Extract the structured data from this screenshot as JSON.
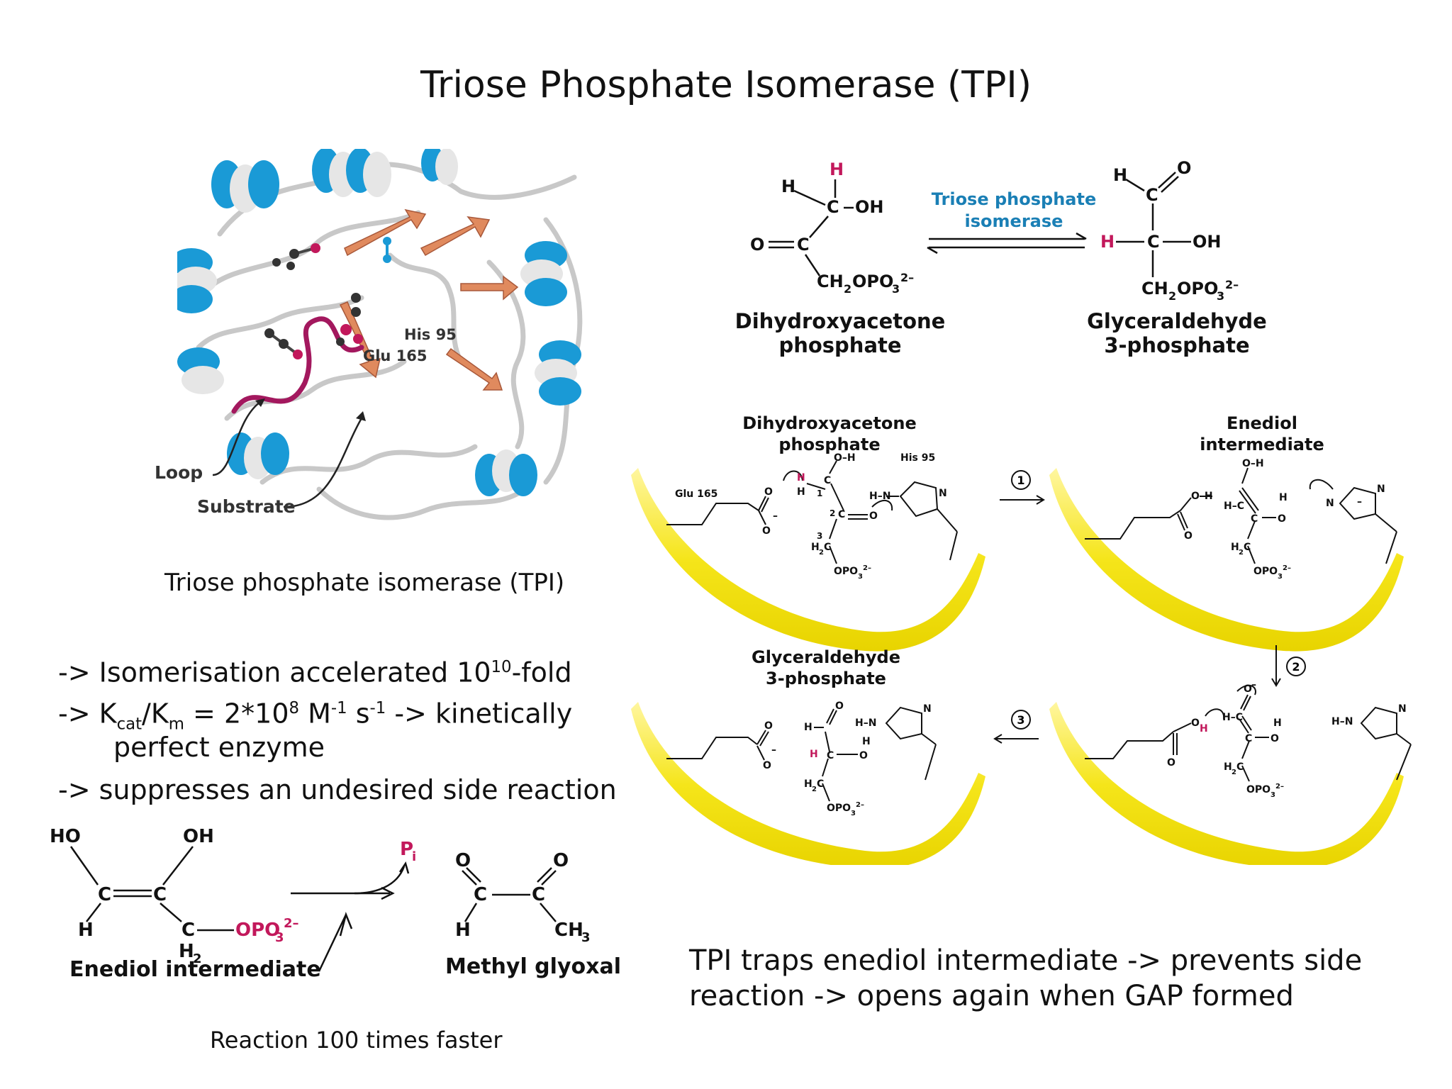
{
  "title": "Triose Phosphate Isomerase (TPI)",
  "structure": {
    "caption": "Triose phosphate isomerase (TPI)",
    "labels": {
      "his95": "His 95",
      "glu165": "Glu 165",
      "loop": "Loop",
      "substrate": "Substrate"
    },
    "colors": {
      "helix": "#1a9ad6",
      "sheet": "#e08a5e",
      "loop": "#a3185e",
      "coil": "#c8c8c8"
    }
  },
  "reaction": {
    "enzyme_label_line1": "Triose phosphate",
    "enzyme_label_line2": "isomerase",
    "reactant_line1": "Dihydroxyacetone",
    "reactant_line2": "phosphate",
    "product_line1": "Glyceraldehyde",
    "product_line2": "3-phosphate",
    "accent_color": "#1a7fb5",
    "highlight_color": "#c2185b"
  },
  "bullets": {
    "b1_prefix": "-> Isomerisation accelerated 10",
    "b1_sup": "10",
    "b1_suffix": "-fold",
    "b2_prefix": "-> K",
    "b2_sub1": "cat",
    "b2_mid": "/K",
    "b2_sub2": "m",
    "b2_val": " = 2*10",
    "b2_sup1": "8",
    "b2_unit1": " M",
    "b2_sup2": "-1",
    "b2_unit2": " s",
    "b2_sup3": "-1",
    "b2_suffix": " -> kinetically",
    "b2_cont": "perfect enzyme",
    "b3": "-> suppresses an undesired side reaction"
  },
  "side_reaction": {
    "enediol_label": "Enediol intermediate",
    "methylglyoxal_label": "Methyl glyoxal",
    "pi_label": "P",
    "pi_sub": "i",
    "note": "Reaction 100 times faster"
  },
  "mechanism": {
    "dhap_line1": "Dihydroxyacetone",
    "dhap_line2": "phosphate",
    "enediol_line1": "Enediol",
    "enediol_line2": "intermediate",
    "gap_line1": "Glyceraldehyde",
    "gap_line2": "3-phosphate",
    "glu165": "Glu 165",
    "his95": "His 95",
    "step1": "1",
    "step2": "2",
    "step3": "3",
    "ribbon_color": "#f5e51a"
  },
  "bottom_text_line1": "TPI traps enediol intermediate -> prevents side",
  "bottom_text_line2": "reaction -> opens again when GAP formed"
}
